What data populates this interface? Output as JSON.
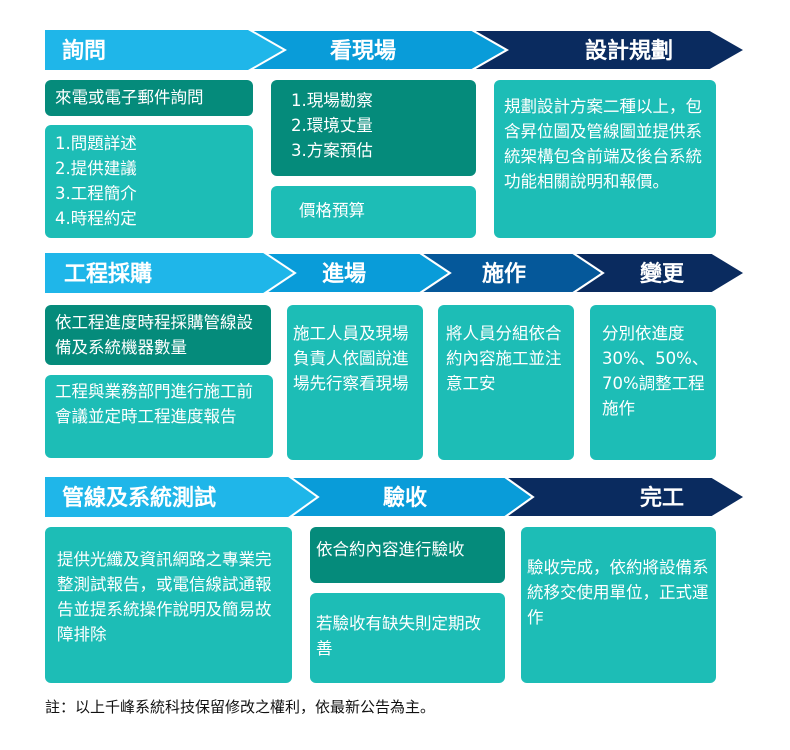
{
  "colors": {
    "light_blue": "#1fb6e9",
    "mid_blue": "#099cd9",
    "deep_blue": "#05589a",
    "navy": "#0a2b5f",
    "teal": "#1dbdb6",
    "dark_teal": "#058b7b"
  },
  "row1": {
    "stages": [
      "詢問",
      "看現場",
      "設計規劃"
    ],
    "boxes": {
      "inquiry_method": "來電或電子郵件詢問",
      "inquiry_steps": "1.問題詳述\n2.提供建議\n3.工程簡介\n4.時程約定",
      "site_steps": "1.現場勘察\n2.環境丈量\n3.方案預估",
      "budget": "價格預算",
      "design": "規劃設計方案二種以上，包含昇位圖及管線圖並提供系統架構包含前端及後台系統功能相關說明和報價。"
    }
  },
  "row2": {
    "stages": [
      "工程採購",
      "進場",
      "施作",
      "變更"
    ],
    "boxes": {
      "procure": "依工程進度時程採購管線設備及系統機器數量",
      "meeting": "工程與業務部門進行施工前會議並定時工程進度報告",
      "enter": "施工人員及現場負責人依圖說進場先行察看現場",
      "build": "將人員分組依合約內容施工並注意工安",
      "change": "分別依進度30%、50%、70%調整工程施作"
    }
  },
  "row3": {
    "stages": [
      "管線及系統測試",
      "驗收",
      "完工"
    ],
    "boxes": {
      "test": "提供光纖及資訊網路之專業完整測試報告，或電信線試通報告並提系統操作說明及簡易故障排除",
      "accept": "依合約內容進行驗收",
      "fix": "若驗收有缺失則定期改善",
      "done": "驗收完成，依約將設備系統移交使用單位，正式運作"
    }
  },
  "note": "註：以上千峰系統科技保留修改之權利，依最新公告為主。"
}
